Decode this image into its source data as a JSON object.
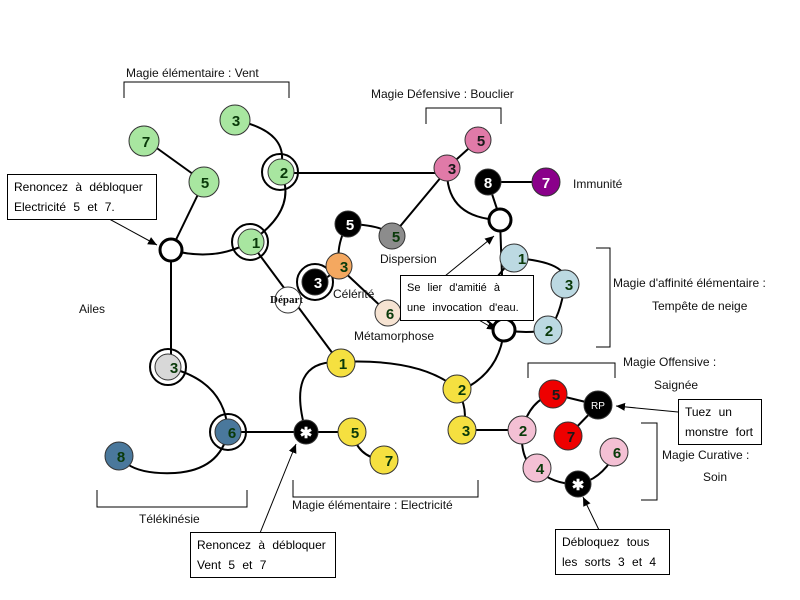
{
  "groups": {
    "vent": "Magie  élémentaire  :  Vent",
    "bouclier": "Magie  Défensive  :  Bouclier",
    "tempete_line1": "Magie  d'affinité élémentaire  :",
    "tempete_line2": "Tempête  de  neige",
    "saignee_line1": "Magie  Offensive  :",
    "saignee_line2": "Saignée",
    "soin_line1": "Magie  Curative  :",
    "soin_line2": "Soin",
    "electricite": "Magie  élémentaire  :  Electricité",
    "telekinesie": "Télékinésie",
    "ailes": "Ailes"
  },
  "labels": {
    "immunite": "Immunité",
    "dispersion": "Dispersion",
    "celerite": "Célérité",
    "metamorphose": "Métamorphose",
    "depart": "Départ"
  },
  "boxes": {
    "electricite_note": [
      "Renoncez  à  débloquer",
      "Electricité  5  et  7."
    ],
    "vent_note": [
      "Renoncez  à  débloquer",
      "Vent  5  et  7"
    ],
    "invocation_note": [
      "Se  lier  d'amitié  à",
      "une  invocation  d'eau."
    ],
    "monstre_note": [
      "Tuez  un",
      "monstre  fort"
    ],
    "sorts_note": [
      "Débloquez  tous",
      "les  sorts  3  et  4"
    ]
  },
  "nodes": {
    "v7": "7",
    "v5": "5",
    "v3": "3",
    "v2": "2",
    "v1": "1",
    "b3": "3",
    "b5": "5",
    "b8": "8",
    "b7": "7",
    "c5black": "5",
    "c5gray": "5",
    "c3orange": "3",
    "c3black": "3",
    "c6meta": "6",
    "t1": "1",
    "t3": "3",
    "t2": "2",
    "a3": "3",
    "k6": "6",
    "k8": "8",
    "e1": "1",
    "e2": "2",
    "e3": "3",
    "e5": "5",
    "e7": "7",
    "star": "✱",
    "s5": "5",
    "rp": "RP",
    "s7": "7",
    "h2": "2",
    "h4": "4",
    "h6": "6",
    "hstar": "✱"
  },
  "colors": {
    "green": "#a8e6a0",
    "pink": "#e07aa8",
    "black": "#000000",
    "purple": "#8a008a",
    "gray": "#8c8c8c",
    "orange": "#f4a860",
    "cream": "#f6e3d2",
    "ice": "#bcd9e2",
    "silver": "#d8d8d8",
    "steel": "#4a789c",
    "yellow": "#f5e040",
    "red": "#ee0000",
    "lightpink": "#f4c0d4",
    "text_green": "#0a3a0a"
  }
}
